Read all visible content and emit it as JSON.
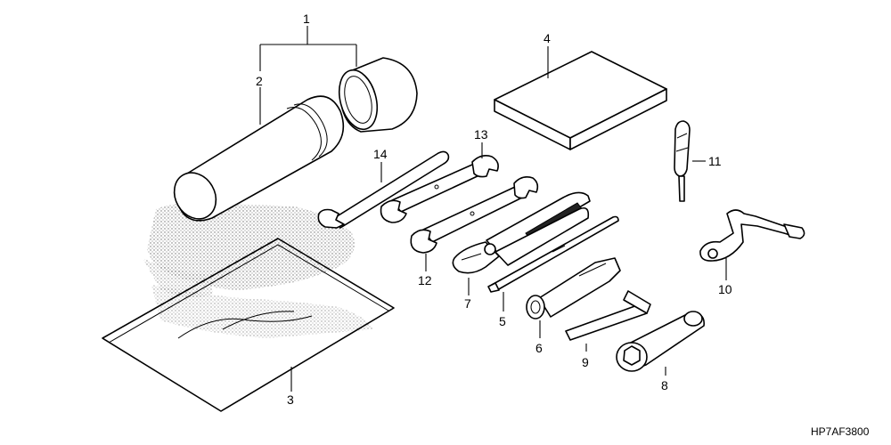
{
  "callouts": {
    "c1": "1",
    "c2": "2",
    "c3": "3",
    "c4": "4",
    "c5": "5",
    "c6": "6",
    "c7": "7",
    "c8": "8",
    "c9": "9",
    "c10": "10",
    "c11": "11",
    "c12": "12",
    "c13": "13",
    "c14": "14"
  },
  "diagram_code": "HP7AF3800"
}
